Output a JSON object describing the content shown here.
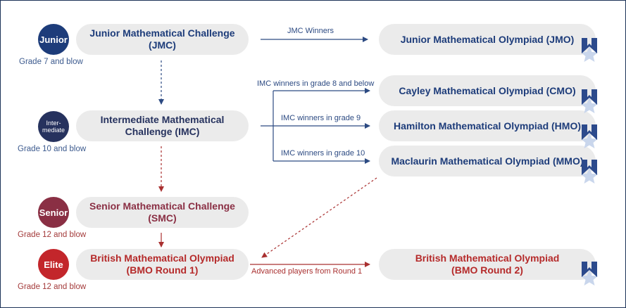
{
  "colors": {
    "junior": "#1d3c7a",
    "intermediate": "#26325e",
    "senior": "#8a2f44",
    "elite": "#c3262b",
    "pill_bg": "#ebebeb",
    "line_blue": "#2c4a82",
    "line_red": "#a93030",
    "badge_blue": "#2c4a8c",
    "badge_star": "#c9d6ec"
  },
  "levels": {
    "junior": {
      "circle": "Junior",
      "grade": "Grade 7 and blow"
    },
    "intermediate": {
      "circle": "Inter-\nmediate",
      "grade": "Grade 10 and blow"
    },
    "senior": {
      "circle": "Senior",
      "grade": "Grade 12 and blow"
    },
    "elite": {
      "circle": "Elite",
      "grade": "Grade 12 and blow"
    }
  },
  "challenges": {
    "jmc": "Junior Mathematical Challenge\n(JMC)",
    "imc": "Intermediate Mathematical\nChallenge (IMC)",
    "smc": "Senior Mathematical Challenge\n(SMC)",
    "bmo1": "British Mathematical Olympiad\n(BMO Round 1)"
  },
  "olympiads": {
    "jmo": "Junior Mathematical Olympiad (JMO)",
    "cmo": "Cayley Mathematical Olympiad (CMO)",
    "hmo": "Hamilton Mathematical Olympiad (HMO)",
    "mmo": "Maclaurin Mathematical Olympiad (MMO)",
    "bmo2": "British Mathematical Olympiad\n(BMO Round 2)"
  },
  "arrows": {
    "jmc_winners": "JMC Winners",
    "imc_grade8": "IMC winners in grade 8 and below",
    "imc_grade9": "IMC winners in grade 9",
    "imc_grade10": "IMC winners in grade 10",
    "advanced": "Advanced players from Round 1"
  }
}
